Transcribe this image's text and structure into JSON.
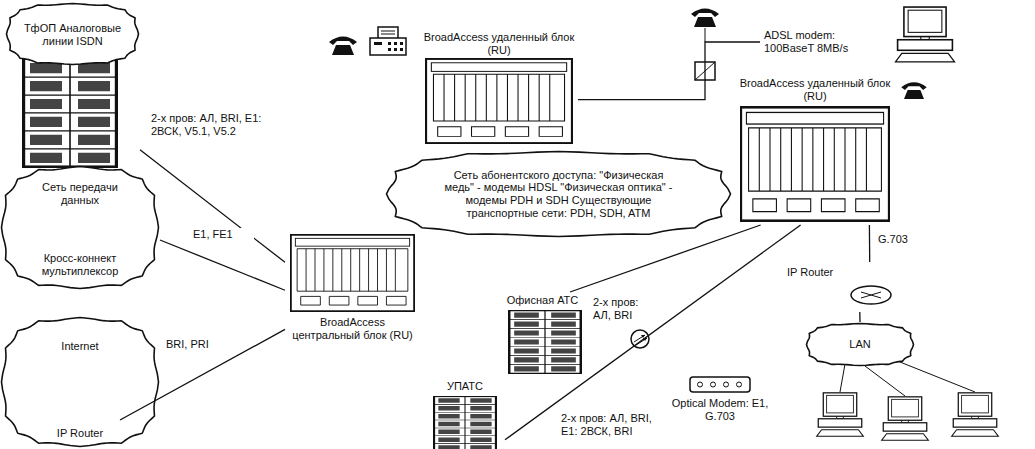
{
  "diagram": {
    "nodes": [
      {
        "text": [
          "ТфОП Аналоговые линии ISDN"
        ]
      },
      {
        "text": [
          "Сеть передачи данных"
        ]
      },
      {
        "text": [
          "Кросс-коннект мультиплексор"
        ],
        "in": 1
      },
      {
        "text": [
          "Internet"
        ]
      },
      {
        "text": [
          "IP Router"
        ],
        "in": 3
      },
      {
        "text": [
          "BroadAccess удаленный блок (RU)"
        ]
      },
      {
        "text": [
          "Сеть абонентского доступа: \"Физическая медь\" - модемы HDSL \"Физическая оптика\" - модемы PDH и SDH Существующие транспортные сети: PDH, SDH, ATM"
        ]
      },
      {
        "text": [
          "BroadAccess центральный блок (RU)"
        ]
      },
      {
        "text": [
          "BroadAccess удаленный блок (RU)"
        ]
      },
      {
        "text": [
          "ADSL modem: 100BaseT 8MB/s"
        ]
      },
      {
        "text": [
          "Офисная АТС"
        ]
      },
      {
        "text": [
          "УПАТС"
        ]
      },
      {
        "text": [
          "Optical Modem: E1, G.703"
        ]
      },
      {
        "text": [
          "IP Router"
        ]
      },
      {
        "text": [
          "LAN"
        ]
      }
    ],
    "edges": [
      {
        "from": 0,
        "to": 7,
        "label": "2-х пров: АЛ, BRI, E1: 2ВСК, V5.1, V5.2",
        "arrow": "none"
      },
      {
        "from": 1,
        "to": 7,
        "label": "E1, FE1",
        "arrow": "none"
      },
      {
        "from": 4,
        "to": 7,
        "label": "BRI, PRI",
        "arrow": "none"
      },
      {
        "from": 5,
        "to": 9,
        "arrow": "none"
      },
      {
        "from": 10,
        "to": 8,
        "label": "2-х пров: АЛ, BRI",
        "arrow": "none"
      },
      {
        "from": 11,
        "to": 8,
        "label": "2-х пров: АЛ, BRI, E1: 2ВСК, BRI",
        "arrow": "none"
      },
      {
        "from": 8,
        "to": 13,
        "label": "G.703",
        "arrow": "none"
      },
      {
        "from": 13,
        "to": 14,
        "arrow": "none"
      }
    ]
  }
}
